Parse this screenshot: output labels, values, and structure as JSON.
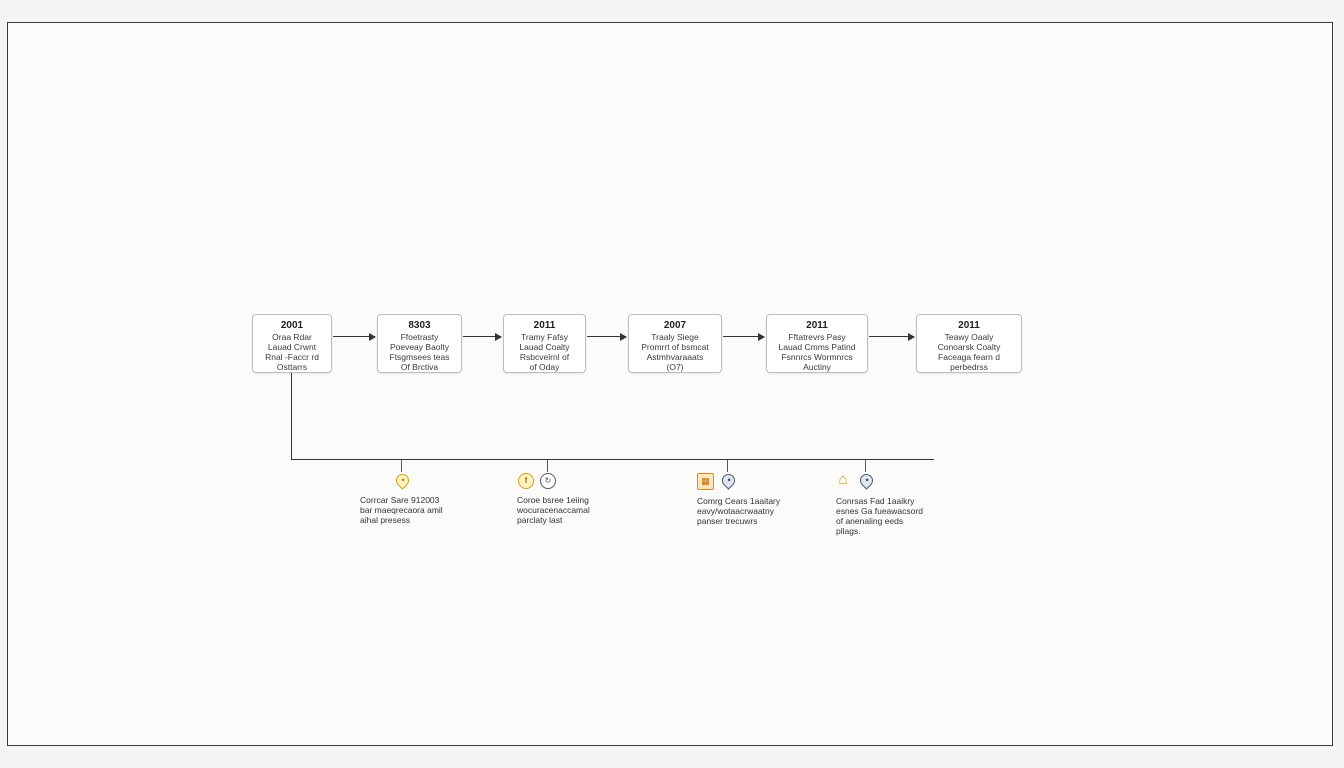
{
  "timeline": {
    "milestones": [
      {
        "year": "2001",
        "lines": [
          "Oraa Rdar",
          "Lauad Crwnt",
          "Rnal -Faccr rd",
          "Osttarrs"
        ]
      },
      {
        "year": "8303",
        "lines": [
          "Ffoetrasty",
          "Poeveay Baolty",
          "Ftsgmsees teas",
          "Of Brctiva"
        ]
      },
      {
        "year": "2011",
        "lines": [
          "Tramy Fafsy",
          "Lauad Coalty",
          "Rsbcvelrnl of",
          "of Oday"
        ]
      },
      {
        "year": "2007",
        "lines": [
          "Traaly Siege",
          "Promrrt of bsmcat",
          "Astmhvaraaats",
          "(O7)"
        ]
      },
      {
        "year": "2011",
        "lines": [
          "Fftatrevrs Pasy",
          "Lauad Cmms Patind",
          "Fsnnrcs Wormnrcs",
          "Auctiny"
        ]
      },
      {
        "year": "2011",
        "lines": [
          "Teawy Oaaly",
          "Conoarsk Coalty",
          "Faceaga fearn d",
          "perbedrss"
        ]
      }
    ],
    "events": [
      {
        "icons": [
          "pin-icon"
        ],
        "lines": [
          "Corrcar Sare 912003",
          "bar maeqrecaora amil",
          "aihal presess"
        ]
      },
      {
        "icons": [
          "info-icon",
          "refresh-icon"
        ],
        "lines": [
          "Coroe bsree 1eiing",
          "wocuracenaccamal",
          "parclaty last"
        ]
      },
      {
        "icons": [
          "grid-icon",
          "location-icon"
        ],
        "lines": [
          "Comrg Cears 1aaitary",
          "eavy/wotaacrwaatny",
          "panser trecuwrs"
        ]
      },
      {
        "icons": [
          "house-icon",
          "location-icon"
        ],
        "lines": [
          "Conrsas Fad 1aaikry",
          "esnes Ga fueawacsord",
          "of anenaling eeds",
          "pllags."
        ]
      }
    ]
  }
}
